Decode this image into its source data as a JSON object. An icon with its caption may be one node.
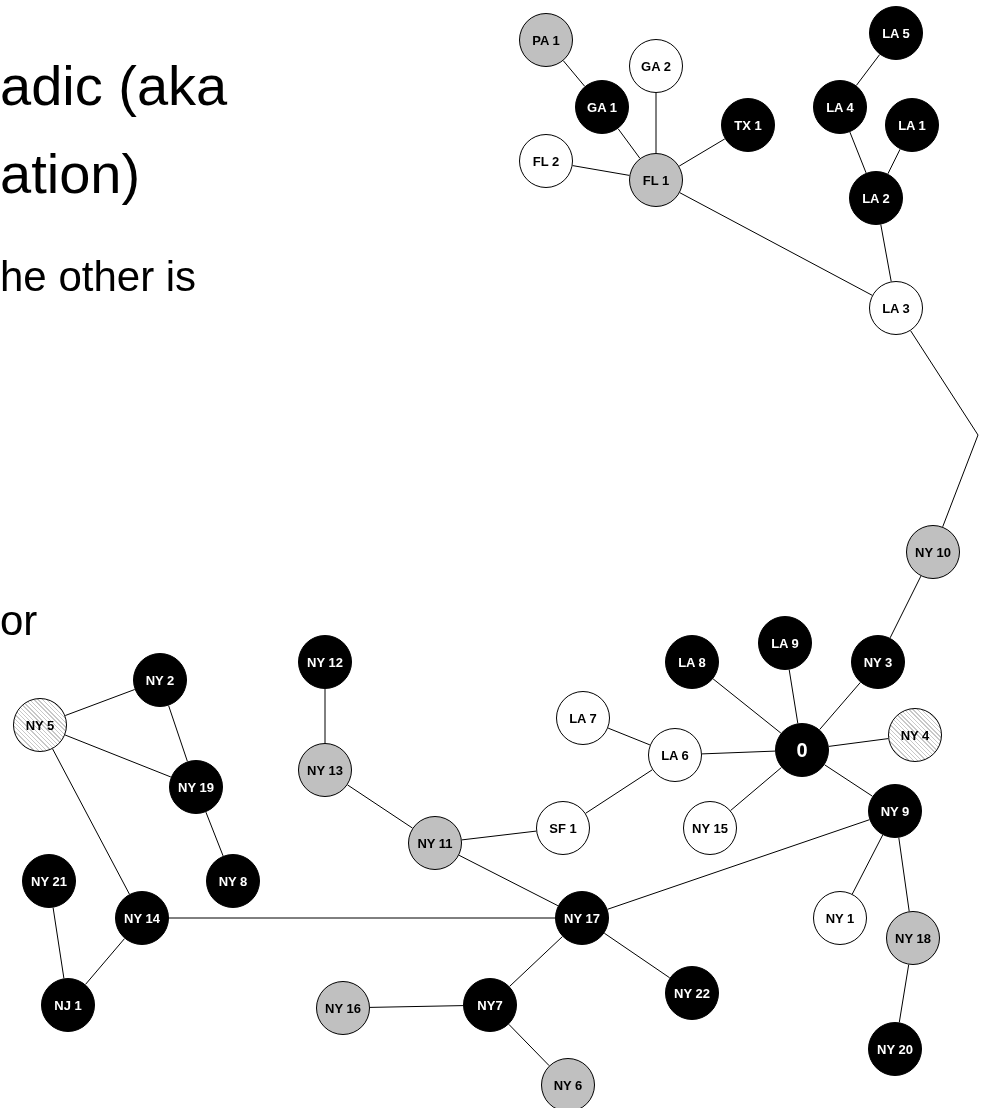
{
  "diagram": {
    "nodes": [
      {
        "text": [
          "PA 1"
        ]
      },
      {
        "text": [
          "GA 2"
        ]
      },
      {
        "text": [
          "LA 5"
        ]
      },
      {
        "text": [
          "GA 1"
        ]
      },
      {
        "text": [
          "TX 1"
        ]
      },
      {
        "text": [
          "LA 4"
        ]
      },
      {
        "text": [
          "LA 1"
        ]
      },
      {
        "text": [
          "FL 2"
        ]
      },
      {
        "text": [
          "FL 1"
        ]
      },
      {
        "text": [
          "LA 2"
        ]
      },
      {
        "text": [
          "LA 3"
        ]
      },
      {
        "text": [
          "NY 10"
        ]
      },
      {
        "text": [
          "NY 12"
        ]
      },
      {
        "text": [
          "LA 8"
        ]
      },
      {
        "text": [
          "LA 9"
        ]
      },
      {
        "text": [
          "NY 3"
        ]
      },
      {
        "text": [
          "NY 2"
        ]
      },
      {
        "text": [
          "NY 5"
        ]
      },
      {
        "text": [
          "LA 7"
        ]
      },
      {
        "text": [
          "LA 6"
        ]
      },
      {
        "text": [
          "0"
        ]
      },
      {
        "text": [
          "NY 4"
        ]
      },
      {
        "text": [
          "NY 13"
        ]
      },
      {
        "text": [
          "NY 19"
        ]
      },
      {
        "text": [
          "NY 9"
        ]
      },
      {
        "text": [
          "SF 1"
        ]
      },
      {
        "text": [
          "NY 15"
        ]
      },
      {
        "text": [
          "NY 11"
        ]
      },
      {
        "text": [
          "NY 21"
        ]
      },
      {
        "text": [
          "NY 8"
        ]
      },
      {
        "text": [
          "NY 1"
        ]
      },
      {
        "text": [
          "NY 14"
        ]
      },
      {
        "text": [
          "NY 17"
        ]
      },
      {
        "text": [
          "NY 18"
        ]
      },
      {
        "text": [
          "NJ 1"
        ]
      },
      {
        "text": [
          "NY 22"
        ]
      },
      {
        "text": [
          "NY 16"
        ]
      },
      {
        "text": [
          "NY7"
        ]
      },
      {
        "text": [
          "NY 20"
        ]
      },
      {
        "text": [
          "NY 6"
        ]
      }
    ],
    "edges": [
      {
        "from": 0,
        "to": 3,
        "arrow": "none"
      },
      {
        "from": 3,
        "to": 8,
        "arrow": "none"
      },
      {
        "from": 1,
        "to": 8,
        "arrow": "none"
      },
      {
        "from": 7,
        "to": 8,
        "arrow": "none"
      },
      {
        "from": 4,
        "to": 8,
        "arrow": "none"
      },
      {
        "from": 8,
        "to": 10,
        "arrow": "none"
      },
      {
        "from": 2,
        "to": 5,
        "arrow": "none"
      },
      {
        "from": 5,
        "to": 9,
        "arrow": "none"
      },
      {
        "from": 6,
        "to": 9,
        "arrow": "none"
      },
      {
        "from": 9,
        "to": 10,
        "arrow": "none"
      },
      {
        "from": 10,
        "to": 11,
        "arrow": "none"
      },
      {
        "from": 11,
        "to": 15,
        "arrow": "none"
      },
      {
        "from": 15,
        "to": 20,
        "arrow": "none"
      },
      {
        "from": 14,
        "to": 20,
        "arrow": "none"
      },
      {
        "from": 13,
        "to": 20,
        "arrow": "none"
      },
      {
        "from": 21,
        "to": 20,
        "arrow": "none"
      },
      {
        "from": 20,
        "to": 24,
        "arrow": "none"
      },
      {
        "from": 20,
        "to": 26,
        "arrow": "none"
      },
      {
        "from": 20,
        "to": 19,
        "arrow": "none"
      },
      {
        "from": 18,
        "to": 19,
        "arrow": "none"
      },
      {
        "from": 19,
        "to": 25,
        "arrow": "none"
      },
      {
        "from": 25,
        "to": 27,
        "arrow": "none"
      },
      {
        "from": 27,
        "to": 22,
        "arrow": "none"
      },
      {
        "from": 22,
        "to": 12,
        "arrow": "none"
      },
      {
        "from": 27,
        "to": 32,
        "arrow": "none"
      },
      {
        "from": 24,
        "to": 32,
        "arrow": "none"
      },
      {
        "from": 24,
        "to": 30,
        "arrow": "none"
      },
      {
        "from": 24,
        "to": 33,
        "arrow": "none"
      },
      {
        "from": 33,
        "to": 38,
        "arrow": "none"
      },
      {
        "from": 32,
        "to": 35,
        "arrow": "none"
      },
      {
        "from": 32,
        "to": 37,
        "arrow": "none"
      },
      {
        "from": 37,
        "to": 36,
        "arrow": "none"
      },
      {
        "from": 37,
        "to": 39,
        "arrow": "none"
      },
      {
        "from": 31,
        "to": 32,
        "arrow": "none"
      },
      {
        "from": 31,
        "to": 17,
        "arrow": "none"
      },
      {
        "from": 17,
        "to": 16,
        "arrow": "none"
      },
      {
        "from": 17,
        "to": 23,
        "arrow": "none"
      },
      {
        "from": 16,
        "to": 23,
        "arrow": "none"
      },
      {
        "from": 23,
        "to": 29,
        "arrow": "none"
      },
      {
        "from": 31,
        "to": 34,
        "arrow": "none"
      },
      {
        "from": 34,
        "to": 28,
        "arrow": "none"
      }
    ],
    "labels": [
      "adic (aka",
      "ation)",
      "he other is",
      "or"
    ]
  }
}
